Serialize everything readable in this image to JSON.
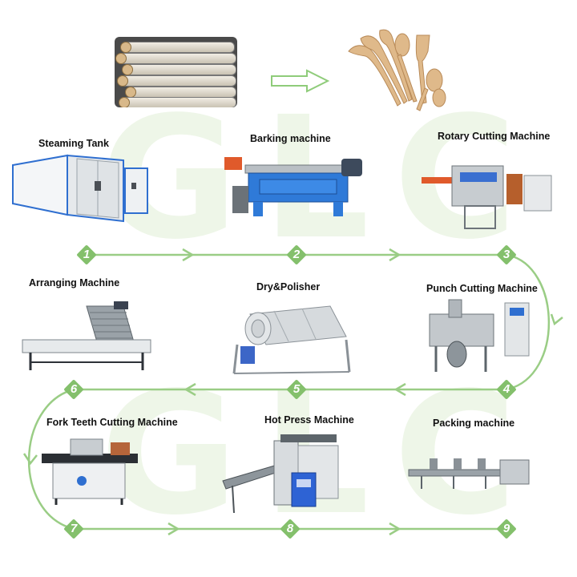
{
  "watermark": "GLC",
  "colors": {
    "flow_line": "#9acd85",
    "node_fill": "#84c06c",
    "watermark": "#eef6e8",
    "machine_blue": "#2e74d6"
  },
  "top": {
    "raw_material_photo": "birch-logs-photo",
    "transform_arrow": "outline-right-arrow",
    "product_photo": "wooden-cutlery-photo"
  },
  "steps": [
    {
      "num": "1",
      "label": "Steaming Tank",
      "icon": "steaming-tank-image"
    },
    {
      "num": "2",
      "label": "Barking machine",
      "icon": "barking-machine-image"
    },
    {
      "num": "3",
      "label": "Rotary Cutting Machine",
      "icon": "rotary-cutting-machine-image"
    },
    {
      "num": "4",
      "label": "Punch Cutting Machine",
      "icon": "punch-cutting-machine-image"
    },
    {
      "num": "5",
      "label": "Dry&Polisher",
      "icon": "dry-polisher-image"
    },
    {
      "num": "6",
      "label": "Arranging Machine",
      "icon": "arranging-machine-image"
    },
    {
      "num": "7",
      "label": "Fork Teeth Cutting Machine",
      "icon": "fork-teeth-cutting-machine-image"
    },
    {
      "num": "8",
      "label": "Hot Press Machine",
      "icon": "hot-press-machine-image"
    },
    {
      "num": "9",
      "label": "Packing machine",
      "icon": "packing-machine-image"
    }
  ]
}
